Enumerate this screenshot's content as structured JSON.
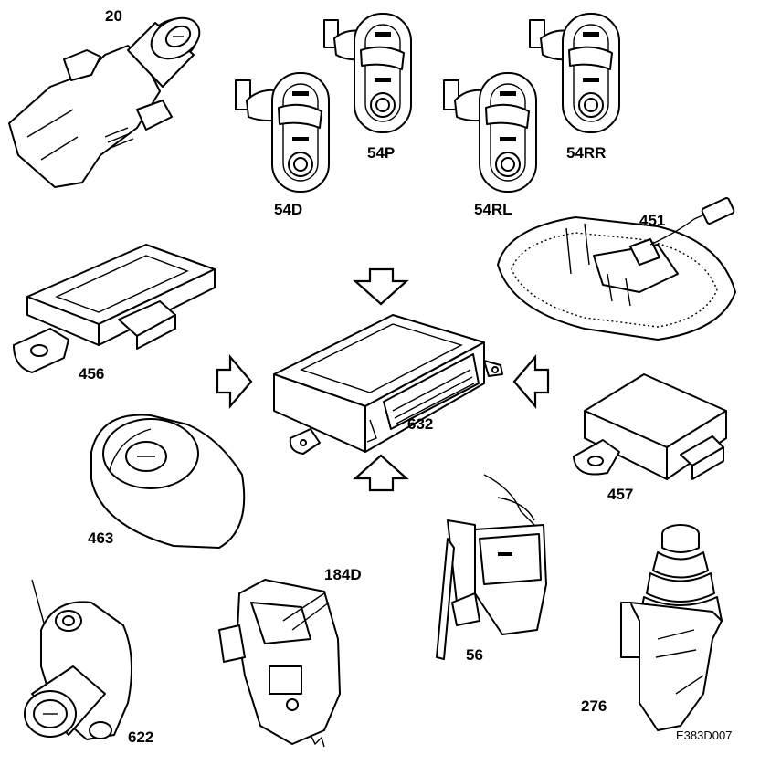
{
  "labels": {
    "p20": "20",
    "p54D": "54D",
    "p54P": "54P",
    "p54RL": "54RL",
    "p54RR": "54RR",
    "p451": "451",
    "p456": "456",
    "p632": "632",
    "p457": "457",
    "p463": "463",
    "p184D": "184D",
    "p56": "56",
    "p622": "622",
    "p276": "276"
  },
  "figure_ref": "E383D007",
  "line_color": "#000000",
  "background": "#ffffff"
}
